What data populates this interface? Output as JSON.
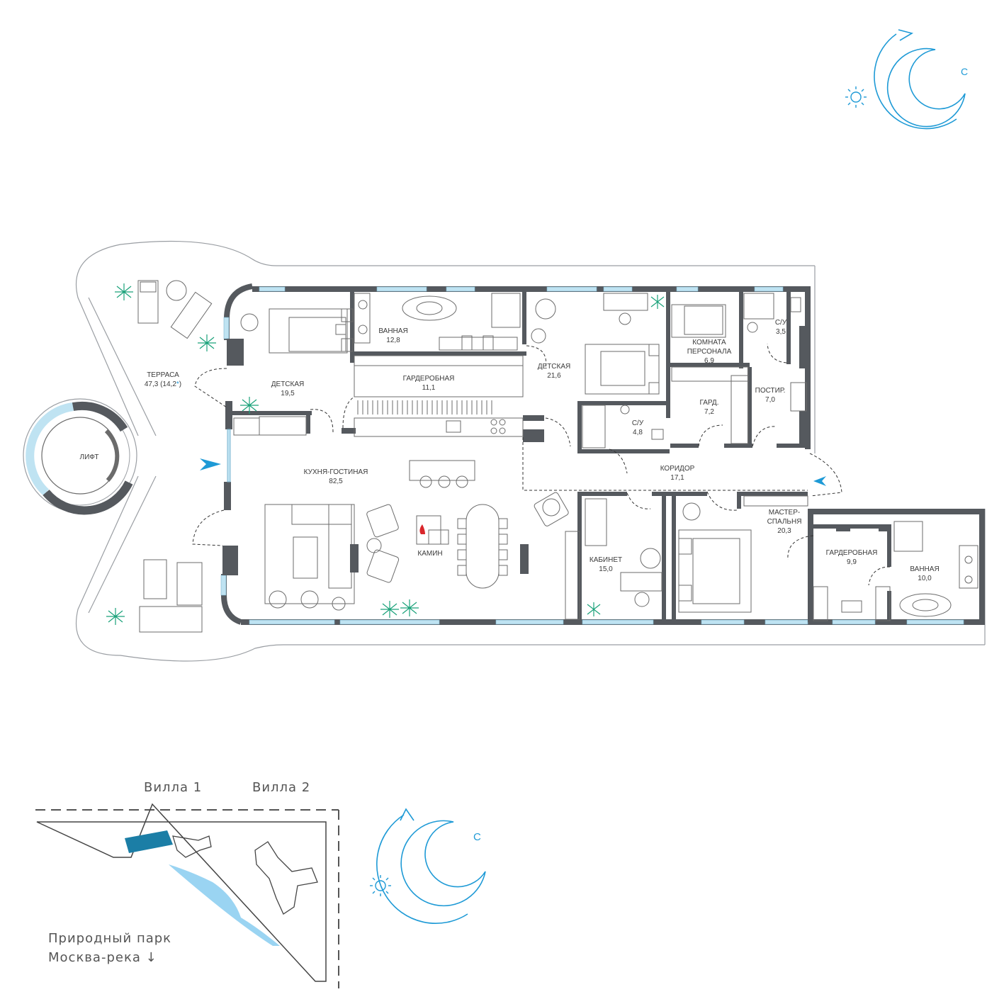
{
  "colors": {
    "accent": "#1e9ad6",
    "wall": "#55595e",
    "window": "#bfe3f2",
    "plant": "#1aa27a",
    "fire": "#d9262b",
    "villa_highlight": "#1b7ea6",
    "river": "#9ad4f2"
  },
  "icons": {
    "sun": "sun-icon",
    "moon_arrow": "moon-rotation-icon",
    "fireplace": "fire-icon",
    "plant": "plant-icon"
  },
  "rooms": {
    "terrace": {
      "name": "ТЕРРАСА",
      "area": "47,3 (14,2",
      "area_star": "*",
      "area_close": ")"
    },
    "lift": {
      "name": "ЛИФТ"
    },
    "kids1": {
      "name": "ДЕТСКАЯ",
      "area": "19,5"
    },
    "bath1": {
      "name": "ВАННАЯ",
      "area": "12,8"
    },
    "wardrobe1": {
      "name": "ГАРДЕРОБНАЯ",
      "area": "11,1"
    },
    "kids2": {
      "name": "ДЕТСКАЯ",
      "area": "21,6"
    },
    "staff": {
      "name_line1": "КОМНАТА",
      "name_line2": "ПЕРСОНАЛА",
      "area": "6,9"
    },
    "wc1": {
      "name": "С/У",
      "area": "3,5"
    },
    "laundry": {
      "name": "ПОСТИР.",
      "area": "7,0"
    },
    "gard": {
      "name": "ГАРД.",
      "area": "7,2"
    },
    "wc2": {
      "name": "С/У",
      "area": "4,8"
    },
    "living": {
      "name": "КУХНЯ-ГОСТИНАЯ",
      "area": "82,5"
    },
    "fireplace": {
      "name": "КАМИН"
    },
    "corridor": {
      "name": "КОРИДОР",
      "area": "17,1"
    },
    "study": {
      "name": "КАБИНЕТ",
      "area": "15,0"
    },
    "master": {
      "name_line1": "МАСТЕР-",
      "name_line2": "СПАЛЬНЯ",
      "area": "20,3"
    },
    "wardrobe2": {
      "name": "ГАРДЕРОБНАЯ",
      "area": "9,9"
    },
    "bath2": {
      "name": "ВАННАЯ",
      "area": "10,0"
    }
  },
  "site": {
    "villa1": "Вилла 1",
    "villa2": "Вилла 2",
    "park": "Природный парк",
    "river": "Москва-река ↓"
  },
  "moon_letter": "С"
}
